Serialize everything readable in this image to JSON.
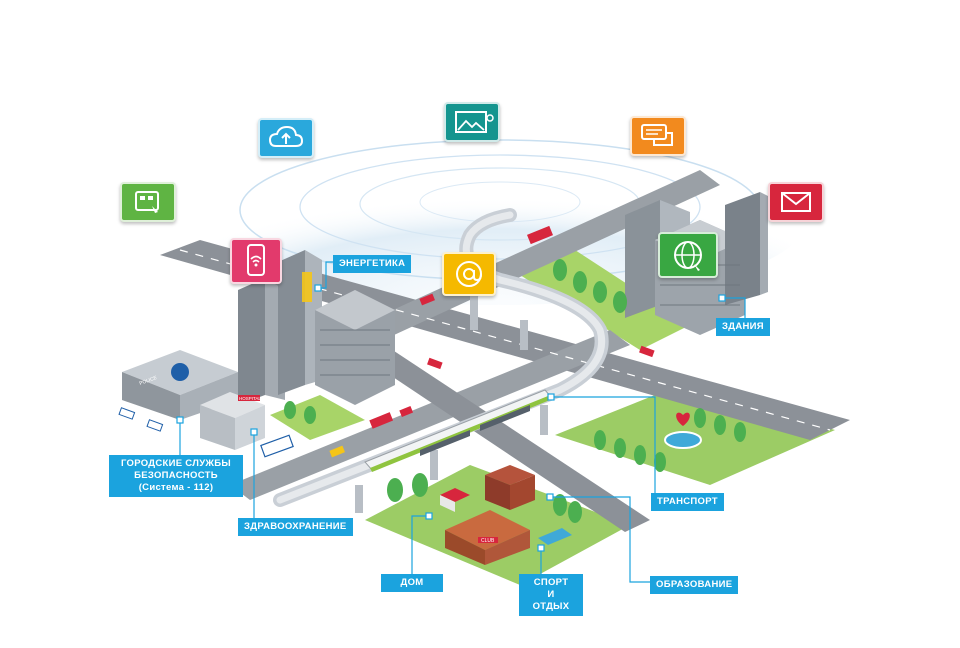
{
  "labels": {
    "energy": "ЭНЕРГЕТИКА",
    "buildings": "ЗДАНИЯ",
    "security_line1": "ГОРОДСКИЕ СЛУЖБЫ",
    "security_line2": "БЕЗОПАСНОСТЬ",
    "security_line3": "(Система - 112)",
    "healthcare": "ЗДРАВООХРАНЕНИЕ",
    "transport": "ТРАНСПОРТ",
    "home": "ДОМ",
    "sport_line1": "СПОРТ",
    "sport_line2": "И",
    "sport_line3": "ОТДЫХ",
    "education": "ОБРАЗОВАНИЕ"
  },
  "building_signs": {
    "police": "POLICE",
    "hospital": "HOSPITAL",
    "club": "CLUB"
  },
  "icons": [
    {
      "name": "touch-panel-icon",
      "color": "#5fb443"
    },
    {
      "name": "cloud-upload-icon",
      "color": "#2aa8dc"
    },
    {
      "name": "image-gallery-icon",
      "color": "#14958f"
    },
    {
      "name": "chat-bubble-icon",
      "color": "#f28a1e"
    },
    {
      "name": "mail-icon",
      "color": "#d7263d"
    },
    {
      "name": "mobile-wifi-icon",
      "color": "#e23a6c"
    },
    {
      "name": "at-sign-icon",
      "color": "#f5b900"
    },
    {
      "name": "globe-icon",
      "color": "#39a742"
    }
  ],
  "colors": {
    "label": "#1ba3de",
    "leader": "#1ba3de",
    "road": "#8a8f96",
    "grass": "#9ccc65"
  }
}
